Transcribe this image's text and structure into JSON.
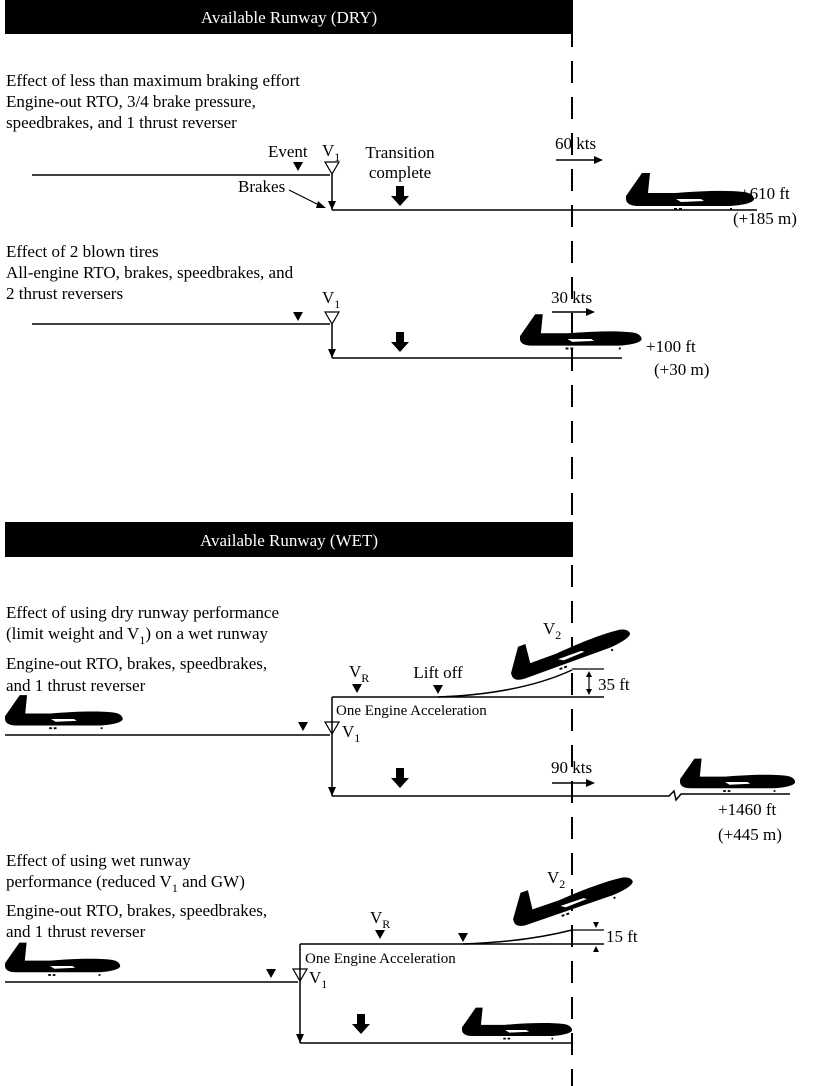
{
  "dry": {
    "header": "Available Runway (DRY)",
    "case1": {
      "lines": [
        "Effect of less than maximum braking effort",
        "Engine-out RTO, 3/4 brake pressure,",
        "speedbrakes, and 1 thrust reverser"
      ],
      "event": "Event",
      "v": "V",
      "v_sub": "1",
      "transition_1": "Transition",
      "transition_2": "complete",
      "brakes": "Brakes",
      "speed": "60 kts",
      "delta_ft": "+610 ft",
      "delta_m": "(+185 m)"
    },
    "case2": {
      "lines": [
        "Effect of 2 blown tires",
        "All-engine RTO, brakes, speedbrakes, and",
        "2 thrust reversers"
      ],
      "v": "V",
      "v_sub": "1",
      "speed": "30 kts",
      "delta_ft": "+100 ft",
      "delta_m": "(+30 m)"
    }
  },
  "wet": {
    "header": "Available Runway (WET)",
    "case3": {
      "line1": "Effect of using dry runway performance",
      "line2_a": "(limit weight and V",
      "line2_sub": "1",
      "line2_b": ") on a wet runway",
      "line3": "Engine-out RTO, brakes, speedbrakes,",
      "line4": "and 1 thrust reverser",
      "vr": "V",
      "vr_sub": "R",
      "liftoff": "Lift off",
      "v2": "V",
      "v2_sub": "2",
      "height": "35 ft",
      "accel": "One Engine Acceleration",
      "v1": "V",
      "v1_sub": "1",
      "speed": "90 kts",
      "delta_ft": "+1460 ft",
      "delta_m": "(+445 m)"
    },
    "case4": {
      "line1": "Effect of using wet runway",
      "line2_a": "performance (reduced V",
      "line2_sub": "1",
      "line2_b": " and GW)",
      "line3": "Engine-out RTO, brakes, speedbrakes,",
      "line4": "and 1 thrust reverser",
      "vr": "V",
      "vr_sub": "R",
      "v2": "V",
      "v2_sub": "2",
      "height": "15 ft",
      "accel": "One Engine Acceleration",
      "v1": "V",
      "v1_sub": "1"
    }
  },
  "colors": {
    "ink": "#000000",
    "header_bg": "#000000",
    "header_text": "#ffffff",
    "page_bg": "#ffffff"
  },
  "icons": [
    "airplane-icon",
    "marker-triangle-icon",
    "v1-hollow-triangle-icon",
    "brake-arrow-icon",
    "speed-arrow-icon"
  ]
}
